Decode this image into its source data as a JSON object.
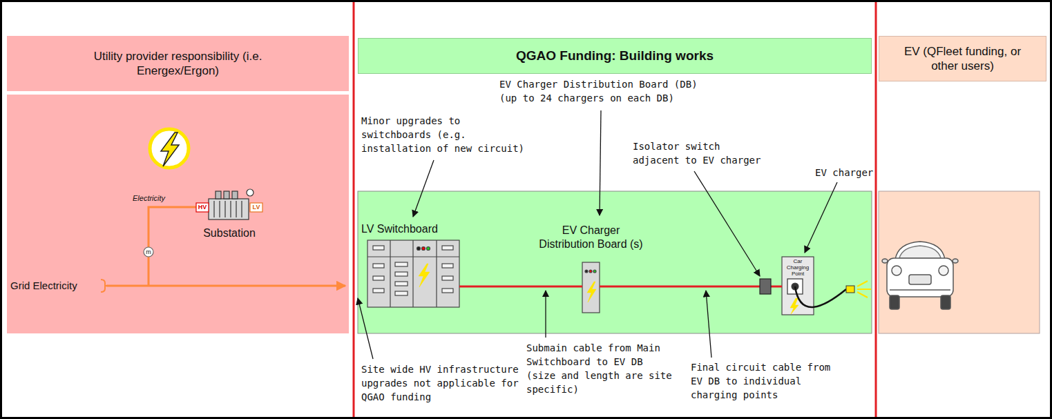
{
  "diagram": {
    "nodes": [
      {
        "text": [
          "Utility provider responsibility (i.e. Energex/Ergon)"
        ]
      },
      {
        "text": [
          "QGAO Funding: Building works"
        ]
      },
      {
        "text": [
          "EV (QFleet funding, or other users)"
        ]
      },
      {
        "text": [
          "Substation"
        ]
      },
      {
        "text": [
          "LV Switchboard"
        ]
      },
      {
        "text": [
          "EV Charger Distribution Board (s)"
        ]
      },
      {
        "text": [
          "Car Charging Point"
        ]
      }
    ],
    "edges": [
      {
        "from": 4,
        "to": 5,
        "arrow": "none"
      },
      {
        "from": 5,
        "to": 6,
        "arrow": "none"
      }
    ],
    "labels": [
      "Electricity",
      "HV",
      "LV",
      "m",
      "Grid Electricity",
      "Minor upgrades to switchboards (e.g. installation of new circuit)",
      "EV Charger Distribution Board (DB) (up to 24 chargers on each DB)",
      "Isolator switch adjacent to EV charger",
      "EV charger",
      "Submain cable from Main Switchboard to EV DB (size and length are site specific)",
      "Final circuit cable from EV DB to individual charging points",
      "Site wide HV infrastructure upgrades not applicable for QGAO funding"
    ]
  }
}
